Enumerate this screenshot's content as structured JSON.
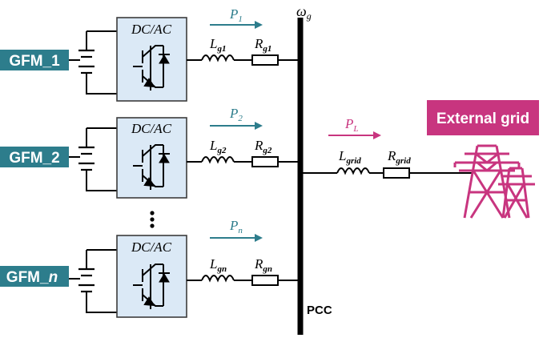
{
  "colors": {
    "teal": "#2d7d8c",
    "magenta": "#c8357f",
    "converter_fill": "#dbe9f6",
    "converter_stroke": "#3c3c3c",
    "line": "#000000"
  },
  "icons": {
    "converter": "igbt-diode-icon",
    "battery": "dc-source-icon",
    "tower": "transmission-tower-icon",
    "inductor": "inductor-icon",
    "resistor": "resistor-icon"
  },
  "bus": {
    "freq_symbol": "ω",
    "freq_sub": "g",
    "label": "PCC"
  },
  "units": [
    {
      "tag": "GFM_1",
      "tag_main": "GFM_",
      "tag_idx": "1",
      "box_title": "DC/AC",
      "power_main": "P",
      "power_sub": "1",
      "ind_main": "L",
      "ind_sub": "g1",
      "res_main": "R",
      "res_sub": "g1"
    },
    {
      "tag": "GFM_2",
      "tag_main": "GFM_",
      "tag_idx": "2",
      "box_title": "DC/AC",
      "power_main": "P",
      "power_sub": "2",
      "ind_main": "L",
      "ind_sub": "g2",
      "res_main": "R",
      "res_sub": "g2"
    },
    {
      "tag": "GFM_n",
      "tag_main": "GFM_",
      "tag_idx": "n",
      "box_title": "DC/AC",
      "power_main": "P",
      "power_sub": "n",
      "ind_main": "L",
      "ind_sub": "gn",
      "res_main": "R",
      "res_sub": "gn"
    }
  ],
  "grid": {
    "title": "External grid",
    "power_main": "P",
    "power_sub": "L",
    "ind_main": "L",
    "ind_sub": "grid",
    "res_main": "R",
    "res_sub": "grid"
  }
}
